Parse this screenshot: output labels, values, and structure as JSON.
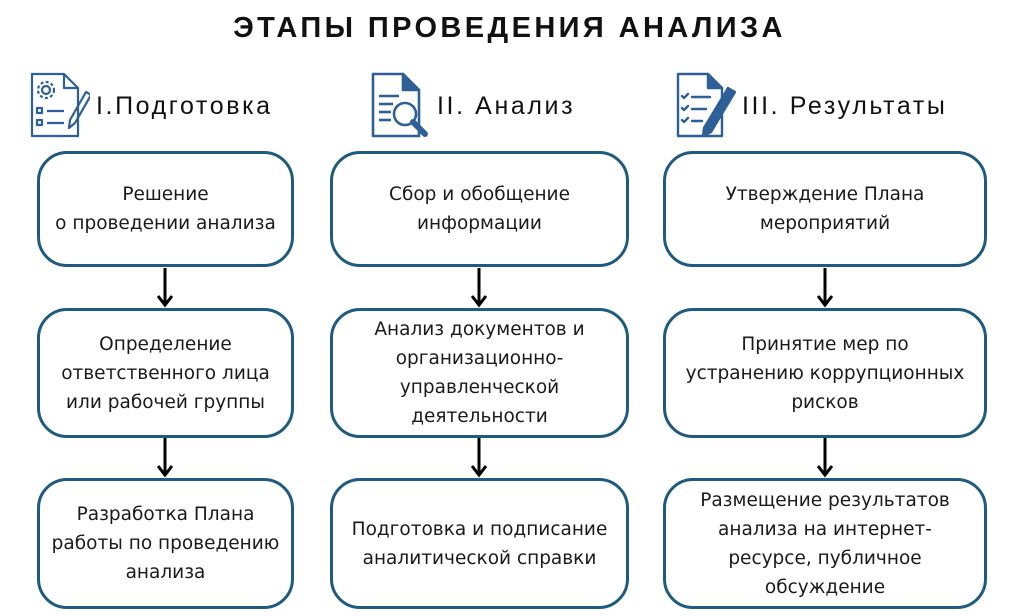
{
  "title": "ЭТАПЫ ПРОВЕДЕНИЯ АНАЛИЗА",
  "colors": {
    "border": "#1f5a80",
    "icon": "#2e5f97",
    "arrow": "#000000",
    "text": "#1a1a1a"
  },
  "stages": [
    {
      "label": "I.Подготовка",
      "icon": "document-settings-checklist-pencil-icon",
      "steps": [
        "Решение\nо проведении анализа",
        "Определение\nответственного лица\nили рабочей группы",
        "Разработка Плана\nработы по проведению\nанализа"
      ]
    },
    {
      "label": "II. Анализ",
      "icon": "document-magnifier-icon",
      "steps": [
        "Сбор и обобщение\nинформации",
        "Анализ документов и\nорганизационно-\nуправленческой\nдеятельности",
        "Подготовка и подписание\nаналитической справки"
      ]
    },
    {
      "label": "III. Результаты",
      "icon": "checklist-pen-icon",
      "steps": [
        "Утверждение Плана\nмероприятий",
        "Принятие мер по\nустранению коррупционных\nрисков",
        "Размещение результатов\nанализа на интернет-\nресурсе, публичное\nобсуждение"
      ]
    }
  ]
}
